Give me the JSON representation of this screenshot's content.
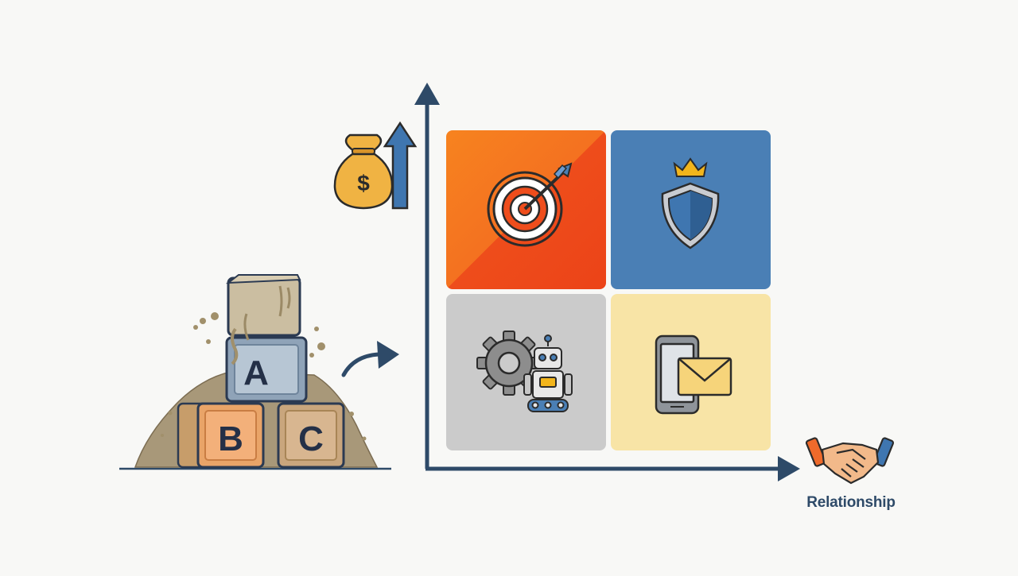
{
  "x_axis": {
    "label": "Relationship"
  },
  "blocks": {
    "top_left": "A",
    "bottom_left": "B",
    "bottom_right": "C"
  },
  "money_bag": {
    "symbol": "$"
  },
  "quadrants": [
    {
      "position": "top-left",
      "icon": "target-icon",
      "color": "#f15a22"
    },
    {
      "position": "top-right",
      "icon": "shield-crown-icon",
      "color": "#4a7fb5"
    },
    {
      "position": "bottom-left",
      "icon": "gear-robot-icon",
      "color": "#cbcbcb"
    },
    {
      "position": "bottom-right",
      "icon": "phone-envelope-icon",
      "color": "#f8e4a6"
    }
  ],
  "colors": {
    "axis": "#2e4a68",
    "orange": "#f15a22",
    "blue": "#4a7fb5",
    "gray": "#cbcbcb",
    "cream": "#f8e4a6"
  }
}
